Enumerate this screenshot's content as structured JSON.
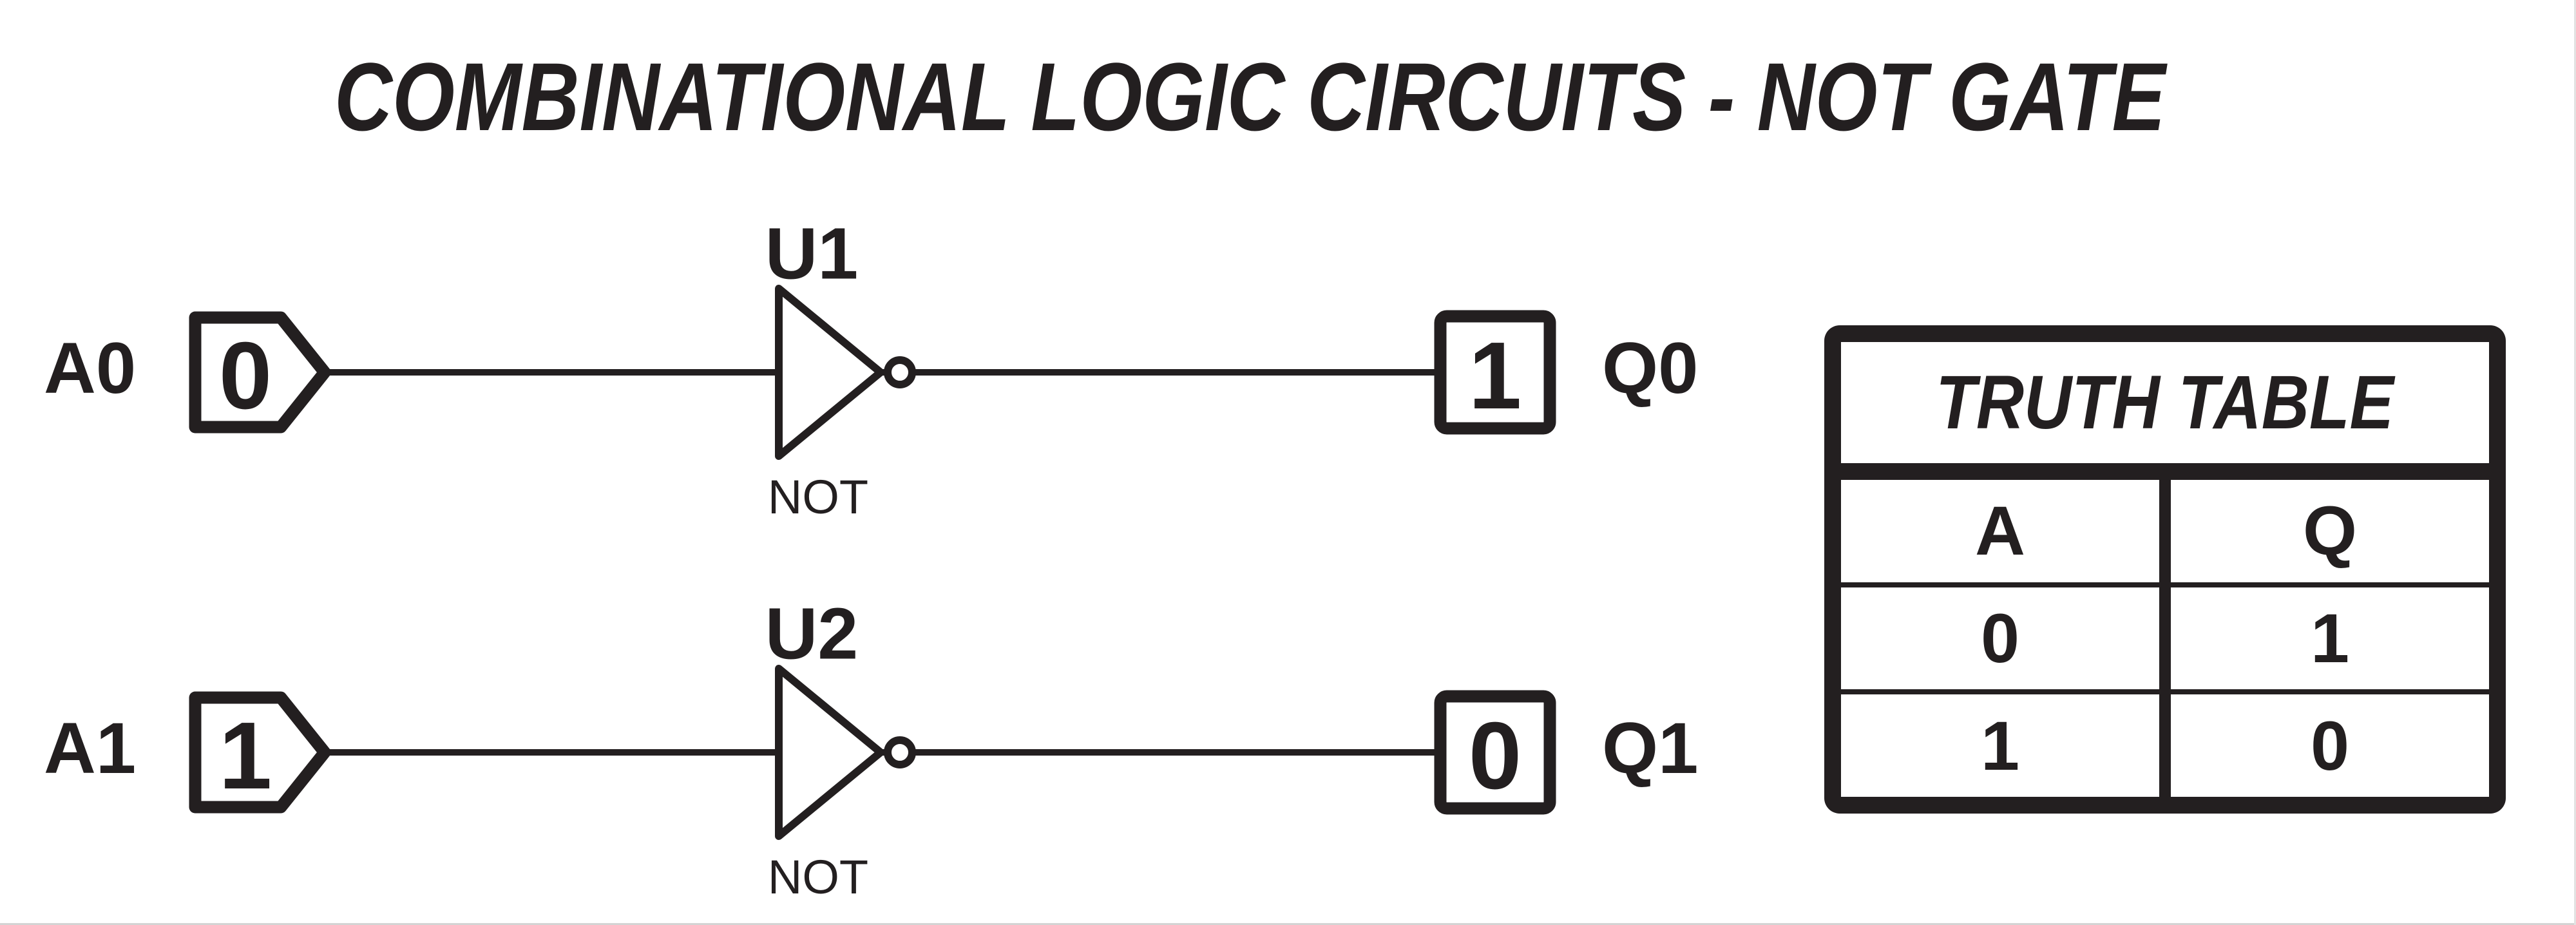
{
  "title": "COMBINATIONAL LOGIC CIRCUITS - NOT GATE",
  "circuits": [
    {
      "input_label": "A0",
      "input_value": "0",
      "gate_ref": "U1",
      "gate_type": "NOT",
      "output_value": "1",
      "output_label": "Q0"
    },
    {
      "input_label": "A1",
      "input_value": "1",
      "gate_ref": "U2",
      "gate_type": "NOT",
      "output_value": "0",
      "output_label": "Q1"
    }
  ],
  "truth_table": {
    "title": "TRUTH TABLE",
    "columns": [
      "A",
      "Q"
    ],
    "rows": [
      [
        "0",
        "1"
      ],
      [
        "1",
        "0"
      ]
    ]
  },
  "colors": {
    "ink": "#231f20",
    "background": "#ffffff",
    "edge_line": "#d4d4d4"
  }
}
